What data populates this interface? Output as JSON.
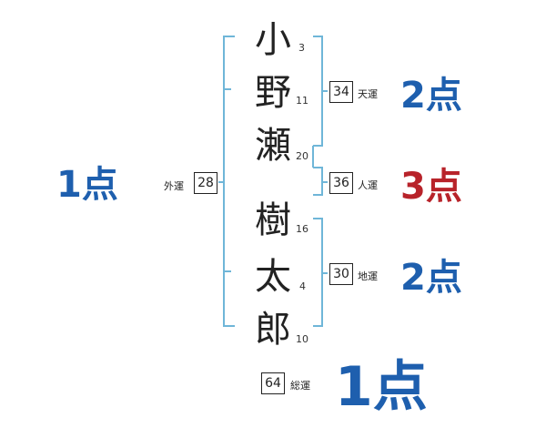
{
  "left_score": "1点",
  "characters": [
    {
      "char": "小",
      "strokes": "3"
    },
    {
      "char": "野",
      "strokes": "11"
    },
    {
      "char": "瀬",
      "strokes": "20"
    },
    {
      "char": "樹",
      "strokes": "16"
    },
    {
      "char": "太",
      "strokes": "4"
    },
    {
      "char": "郎",
      "strokes": "10"
    }
  ],
  "gaiun": {
    "label": "外運",
    "value": "28"
  },
  "tenun": {
    "label": "天運",
    "value": "34",
    "score": "2点"
  },
  "jinun": {
    "label": "人運",
    "value": "36",
    "score": "3点"
  },
  "chiun": {
    "label": "地運",
    "value": "30",
    "score": "2点"
  },
  "souun": {
    "label": "総運",
    "value": "64",
    "score": "1点"
  },
  "colors": {
    "bracket": "#6fb6d8",
    "blue_score": "#1e5fae",
    "red_score": "#b8232a",
    "text": "#222222"
  }
}
